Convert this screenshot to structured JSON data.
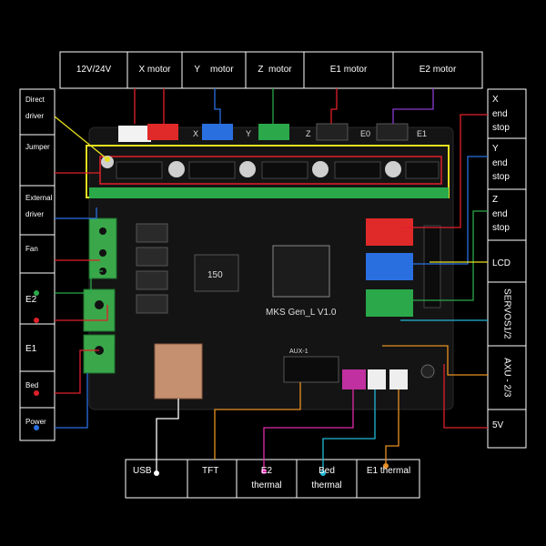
{
  "top_labels": [
    "12V/24V",
    "X motor",
    "Y    motor",
    "Z  motor",
    "E1 motor",
    "E2 motor"
  ],
  "left_labels": {
    "direct_driver": [
      "Direct",
      "driver"
    ],
    "jumper": "Jumper",
    "external_driver": [
      "External",
      "driver"
    ],
    "fan": "Fan",
    "e2": "E2",
    "e1": "E1",
    "bed": "Bed",
    "power": "Power"
  },
  "right_labels": {
    "x_end_stop": [
      "X",
      "end",
      "stop"
    ],
    "y_end_stop": [
      "Y",
      "end",
      "stop"
    ],
    "z_end_stop": [
      "Z",
      "end",
      "stop"
    ],
    "lcd": "LCD",
    "servos": "SERVOS1/2",
    "axu": "AXU - 2/3",
    "five_v": "5V"
  },
  "bottom_labels": {
    "usb": "USB",
    "tft": "TFT",
    "e2_thermal": [
      "E2",
      "thermal"
    ],
    "bed_thermal": [
      "Bed",
      "thermal"
    ],
    "e1_thermal": "E1 thermal"
  },
  "board": {
    "name": "MKS  Gen_L V1.0",
    "inductor": "150",
    "aux_header": "AUX-1",
    "silk_x": "X",
    "silk_y": "Y",
    "silk_z": "Z",
    "silk_e0": "E0",
    "silk_e1": "E1"
  },
  "colors": {
    "red": "#e0202a",
    "blue": "#2a6fe0",
    "green": "#2aa84a",
    "purple": "#8a3ad0",
    "magenta": "#e02aa8",
    "cyan": "#20b8d8",
    "orange": "#e89020",
    "yellow": "#e8e020",
    "white": "#ffffff"
  }
}
